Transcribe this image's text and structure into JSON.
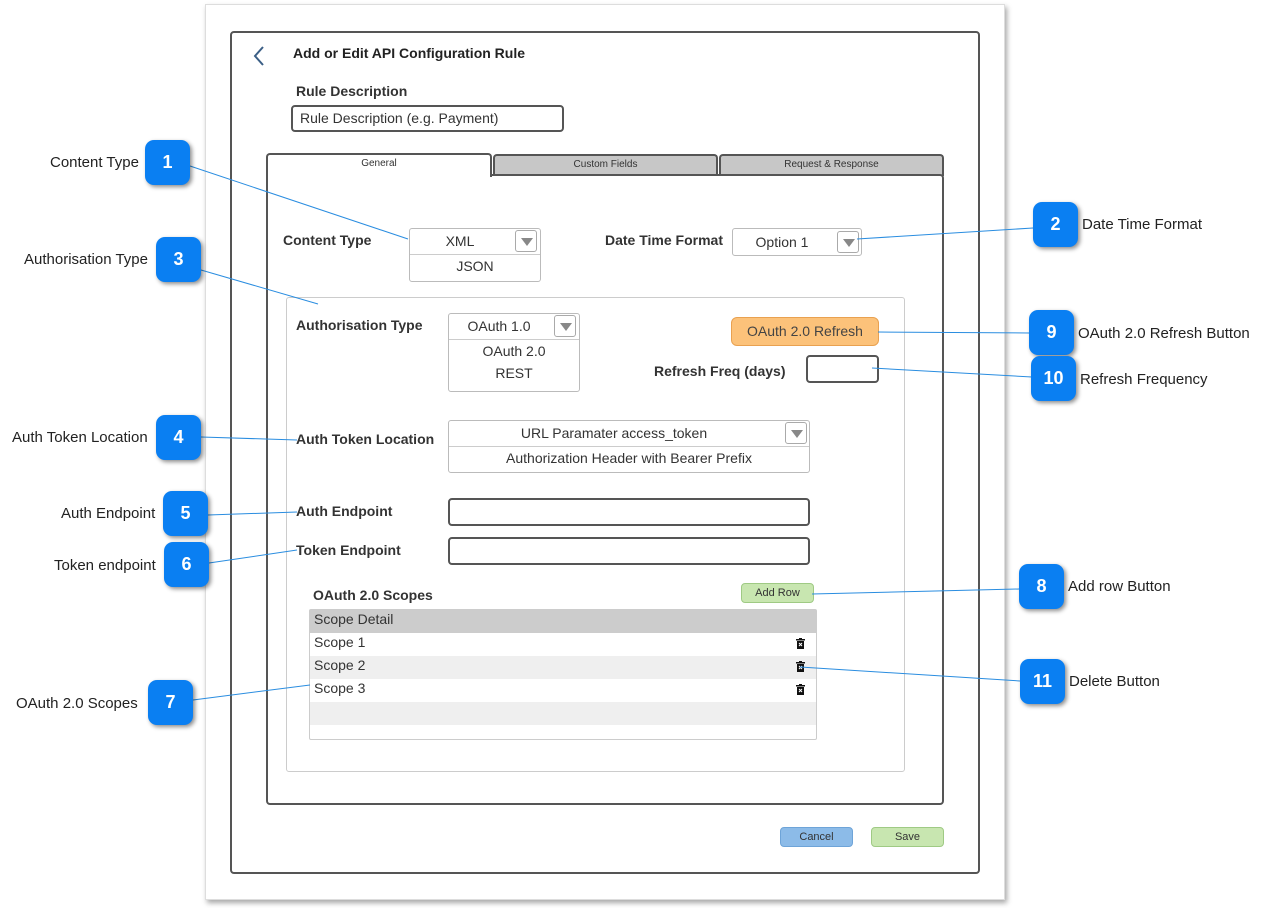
{
  "dialog": {
    "title": "Add or Edit API Configuration Rule",
    "rule_description_label": "Rule Description",
    "rule_description_value": "Rule Description (e.g. Payment)"
  },
  "tabs": [
    {
      "label": "General",
      "active": true
    },
    {
      "label": "Custom Fields",
      "active": false
    },
    {
      "label": "Request & Response",
      "active": false
    }
  ],
  "general": {
    "content_type_label": "Content Type",
    "content_type_selected": "XML",
    "content_type_options": [
      "JSON"
    ],
    "datetime_label": "Date Time Format",
    "datetime_selected": "Option 1",
    "auth_type_label": "Authorisation Type",
    "auth_type_selected": "OAuth 1.0",
    "auth_type_options": [
      "OAuth 2.0",
      "REST"
    ],
    "oauth_refresh_button": "OAuth 2.0 Refresh",
    "refresh_freq_label": "Refresh Freq (days)",
    "refresh_freq_value": "",
    "token_location_label": "Auth Token Location",
    "token_location_selected": "URL Paramater access_token",
    "token_location_options": [
      "Authorization Header with Bearer Prefix"
    ],
    "auth_endpoint_label": "Auth Endpoint",
    "auth_endpoint_value": "",
    "token_endpoint_label": "Token Endpoint",
    "token_endpoint_value": "",
    "scopes_label": "OAuth 2.0 Scopes",
    "add_row_button": "Add Row",
    "scopes_header": "Scope Detail",
    "scopes": [
      "Scope 1",
      "Scope 2",
      "Scope 3"
    ]
  },
  "footer": {
    "cancel_button": "Cancel",
    "save_button": "Save"
  },
  "callouts": [
    {
      "number": "1",
      "label": "Content Type"
    },
    {
      "number": "2",
      "label": "Date Time Format"
    },
    {
      "number": "3",
      "label": "Authorisation Type"
    },
    {
      "number": "4",
      "label": "Auth Token Location"
    },
    {
      "number": "5",
      "label": "Auth Endpoint"
    },
    {
      "number": "6",
      "label": "Token endpoint"
    },
    {
      "number": "7",
      "label": "OAuth 2.0 Scopes"
    },
    {
      "number": "8",
      "label": "Add row Button"
    },
    {
      "number": "9",
      "label": "OAuth 2.0 Refresh Button"
    },
    {
      "number": "10",
      "label": "Refresh Frequency"
    },
    {
      "number": "11",
      "label": "Delete Button"
    }
  ],
  "colors": {
    "callout_badge": "#0a7ff2",
    "callout_line": "#2a8de0",
    "refresh_button": "#fcc27a",
    "add_row_button": "#c8e6b0",
    "cancel_button": "#8cbbe8",
    "save_button": "#c8e6b0",
    "inactive_tab": "#c7c7c7",
    "grid_header": "#cccccc",
    "grid_alt_row": "#efefef"
  },
  "icons": {
    "back": "chevron-left-icon",
    "dropdown": "triangle-down-icon",
    "delete": "trash-icon"
  }
}
